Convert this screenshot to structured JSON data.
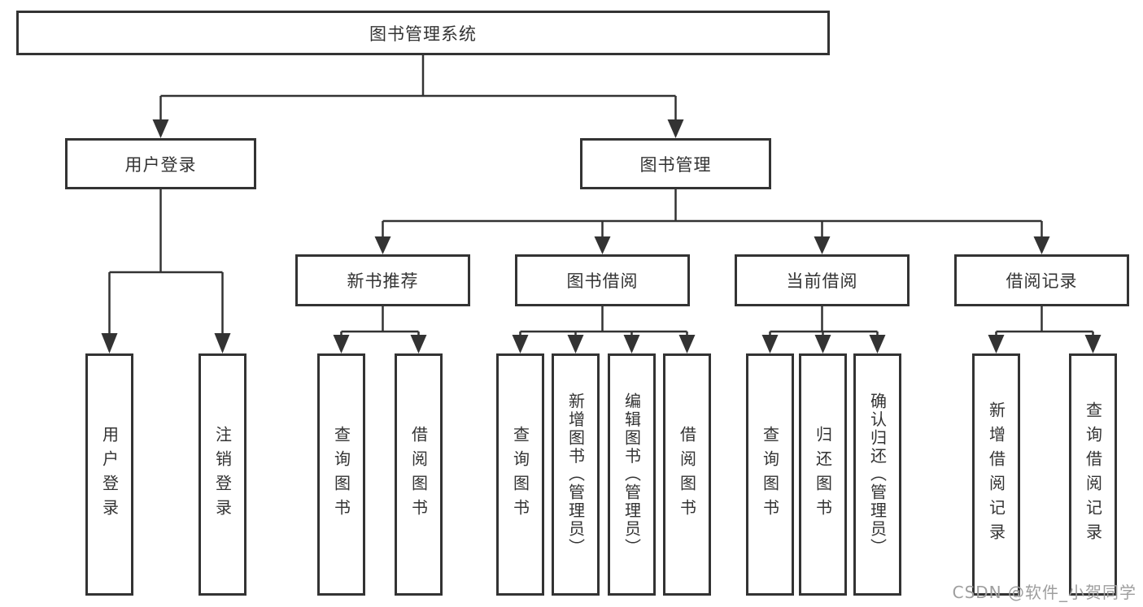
{
  "colors": {
    "line": "#333333",
    "box_border": "#333333",
    "text": "#333333",
    "background": "#ffffff",
    "watermark": "#9e9e9e"
  },
  "watermark": "CSDN @软件_小贺同学",
  "tree": {
    "label": "图书管理系统",
    "children": [
      {
        "label": "用户登录",
        "children": [
          {
            "label": "用户登录"
          },
          {
            "label": "注销登录"
          }
        ]
      },
      {
        "label": "图书管理",
        "children": [
          {
            "label": "新书推荐",
            "children": [
              {
                "label": "查询图书"
              },
              {
                "label": "借阅图书"
              }
            ]
          },
          {
            "label": "图书借阅",
            "children": [
              {
                "label": "查询图书"
              },
              {
                "label": "新增图书（管理员）"
              },
              {
                "label": "编辑图书（管理员）"
              },
              {
                "label": "借阅图书"
              }
            ]
          },
          {
            "label": "当前借阅",
            "children": [
              {
                "label": "查询图书"
              },
              {
                "label": "归还图书"
              },
              {
                "label": "确认归还（管理员）"
              }
            ]
          },
          {
            "label": "借阅记录",
            "children": [
              {
                "label": "新增借阅记录"
              },
              {
                "label": "查询借阅记录"
              }
            ]
          }
        ]
      }
    ]
  }
}
